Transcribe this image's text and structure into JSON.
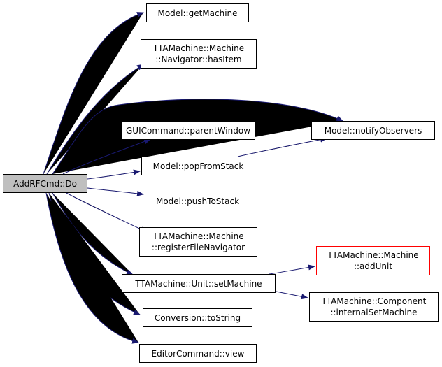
{
  "colors": {
    "edge": "#191970",
    "border": "#000000",
    "root_fill": "#bfbfbf",
    "node_fill": "#ffffff",
    "missing_border": "#ff0000"
  },
  "nodes": {
    "addrf": {
      "lines": [
        "AddRFCmd::Do"
      ],
      "root": true
    },
    "getMachine": {
      "lines": [
        "Model::getMachine"
      ]
    },
    "hasItem": {
      "lines": [
        "TTAMachine::Machine",
        "::Navigator::hasItem"
      ]
    },
    "parentWindow": {
      "lines": [
        "GUICommand::parentWindow"
      ]
    },
    "notifyObservers": {
      "lines": [
        "Model::notifyObservers"
      ]
    },
    "popFromStack": {
      "lines": [
        "Model::popFromStack"
      ]
    },
    "pushToStack": {
      "lines": [
        "Model::pushToStack"
      ]
    },
    "registerFileNavigator": {
      "lines": [
        "TTAMachine::Machine",
        "::registerFileNavigator"
      ]
    },
    "addUnit": {
      "lines": [
        "TTAMachine::Machine",
        "::addUnit"
      ],
      "missing": true
    },
    "setMachine": {
      "lines": [
        "TTAMachine::Unit::setMachine"
      ]
    },
    "internalSetMachine": {
      "lines": [
        "TTAMachine::Component",
        "::internalSetMachine"
      ]
    },
    "toString": {
      "lines": [
        "Conversion::toString"
      ]
    },
    "view": {
      "lines": [
        "EditorCommand::view"
      ]
    }
  },
  "edges": [
    [
      "addrf",
      "getMachine"
    ],
    [
      "addrf",
      "hasItem"
    ],
    [
      "addrf",
      "notifyObservers"
    ],
    [
      "addrf",
      "parentWindow"
    ],
    [
      "addrf",
      "popFromStack"
    ],
    [
      "addrf",
      "pushToStack"
    ],
    [
      "addrf",
      "registerFileNavigator"
    ],
    [
      "addrf",
      "setMachine"
    ],
    [
      "addrf",
      "toString"
    ],
    [
      "addrf",
      "view"
    ],
    [
      "popFromStack",
      "notifyObservers"
    ],
    [
      "setMachine",
      "addUnit"
    ],
    [
      "setMachine",
      "internalSetMachine"
    ]
  ]
}
